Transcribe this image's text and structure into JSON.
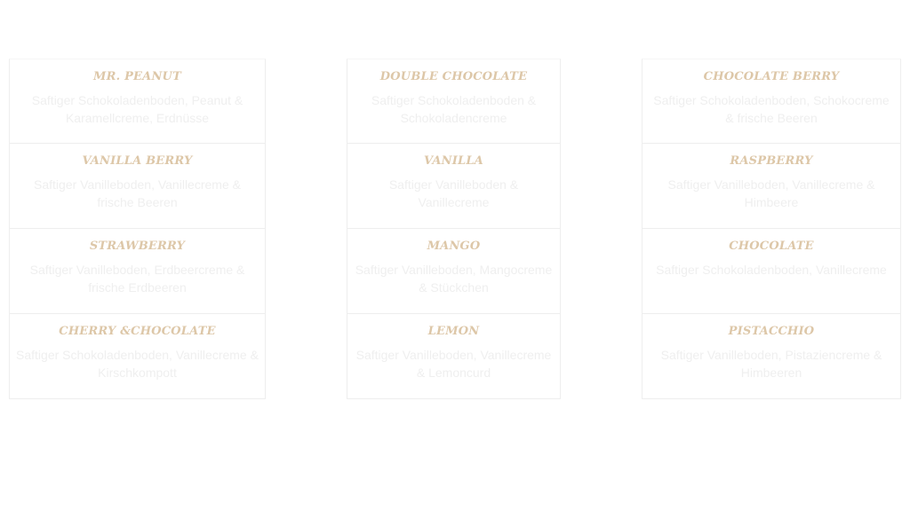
{
  "columns": [
    {
      "items": [
        {
          "name": "MR. PEANUT",
          "description": "Saftiger Schokoladenboden, Peanut & Karamellcreme, Erdnüsse"
        },
        {
          "name": "VANILLA BERRY",
          "description": "Saftiger Vanilleboden, Vanillecreme & frische Beeren"
        },
        {
          "name": "STRAWBERRY",
          "description": "Saftiger Vanilleboden, Erdbeercreme & frische Erdbeeren"
        },
        {
          "name": "CHERRY &CHOCOLATE",
          "description": "Saftiger Schokoladenboden, Vanillecreme & Kirschkompott"
        }
      ]
    },
    {
      "items": [
        {
          "name": "DOUBLE CHOCOLATE",
          "description": "Saftiger Schokoladenboden & Schokoladencreme"
        },
        {
          "name": "VANILLA",
          "description": "Saftiger Vanilleboden & Vanillecreme"
        },
        {
          "name": "MANGO",
          "description": "Saftiger Vanilleboden, Mangocreme & Stückchen"
        },
        {
          "name": "LEMON",
          "description": "Saftiger Vanilleboden, Vanillecreme & Lemoncurd"
        }
      ]
    },
    {
      "items": [
        {
          "name": "CHOCOLATE BERRY",
          "description": "Saftiger Schokoladenboden, Schokocreme & frische Beeren"
        },
        {
          "name": "RASPBERRY",
          "description": "Saftiger Vanilleboden, Vanillecreme & Himbeere"
        },
        {
          "name": "CHOCOLATE",
          "description": "Saftiger Schokoladenboden, Vanillecreme"
        },
        {
          "name": "PISTACCHIO",
          "description": "Saftiger Vanilleboden, Pistaziencreme & Himbeeren"
        }
      ]
    }
  ]
}
